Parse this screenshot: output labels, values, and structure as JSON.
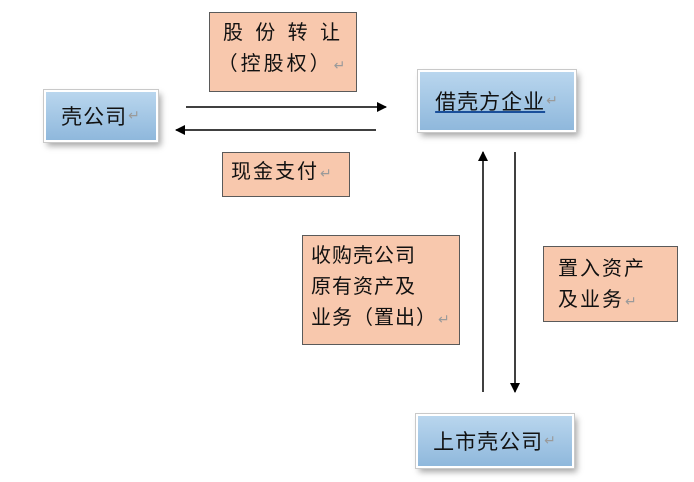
{
  "nodes": {
    "shell_company": "壳公司",
    "borrowing_company": "借壳方企业",
    "listed_shell": "上市壳公司"
  },
  "labels": {
    "share_transfer_line1": "股 份 转 让",
    "share_transfer_line2": "（控股权）",
    "cash_payment": "现金支付",
    "acquire_line1": "收购壳公司",
    "acquire_line2": "原有资产及",
    "acquire_line3": "业务（置出）",
    "inject_line1": "置入资产",
    "inject_line2": "及业务"
  },
  "return_glyph": "↵",
  "colors": {
    "node_fill": "#8fb8dc",
    "label_fill": "#f8c8ad",
    "arrow": "#000000"
  }
}
